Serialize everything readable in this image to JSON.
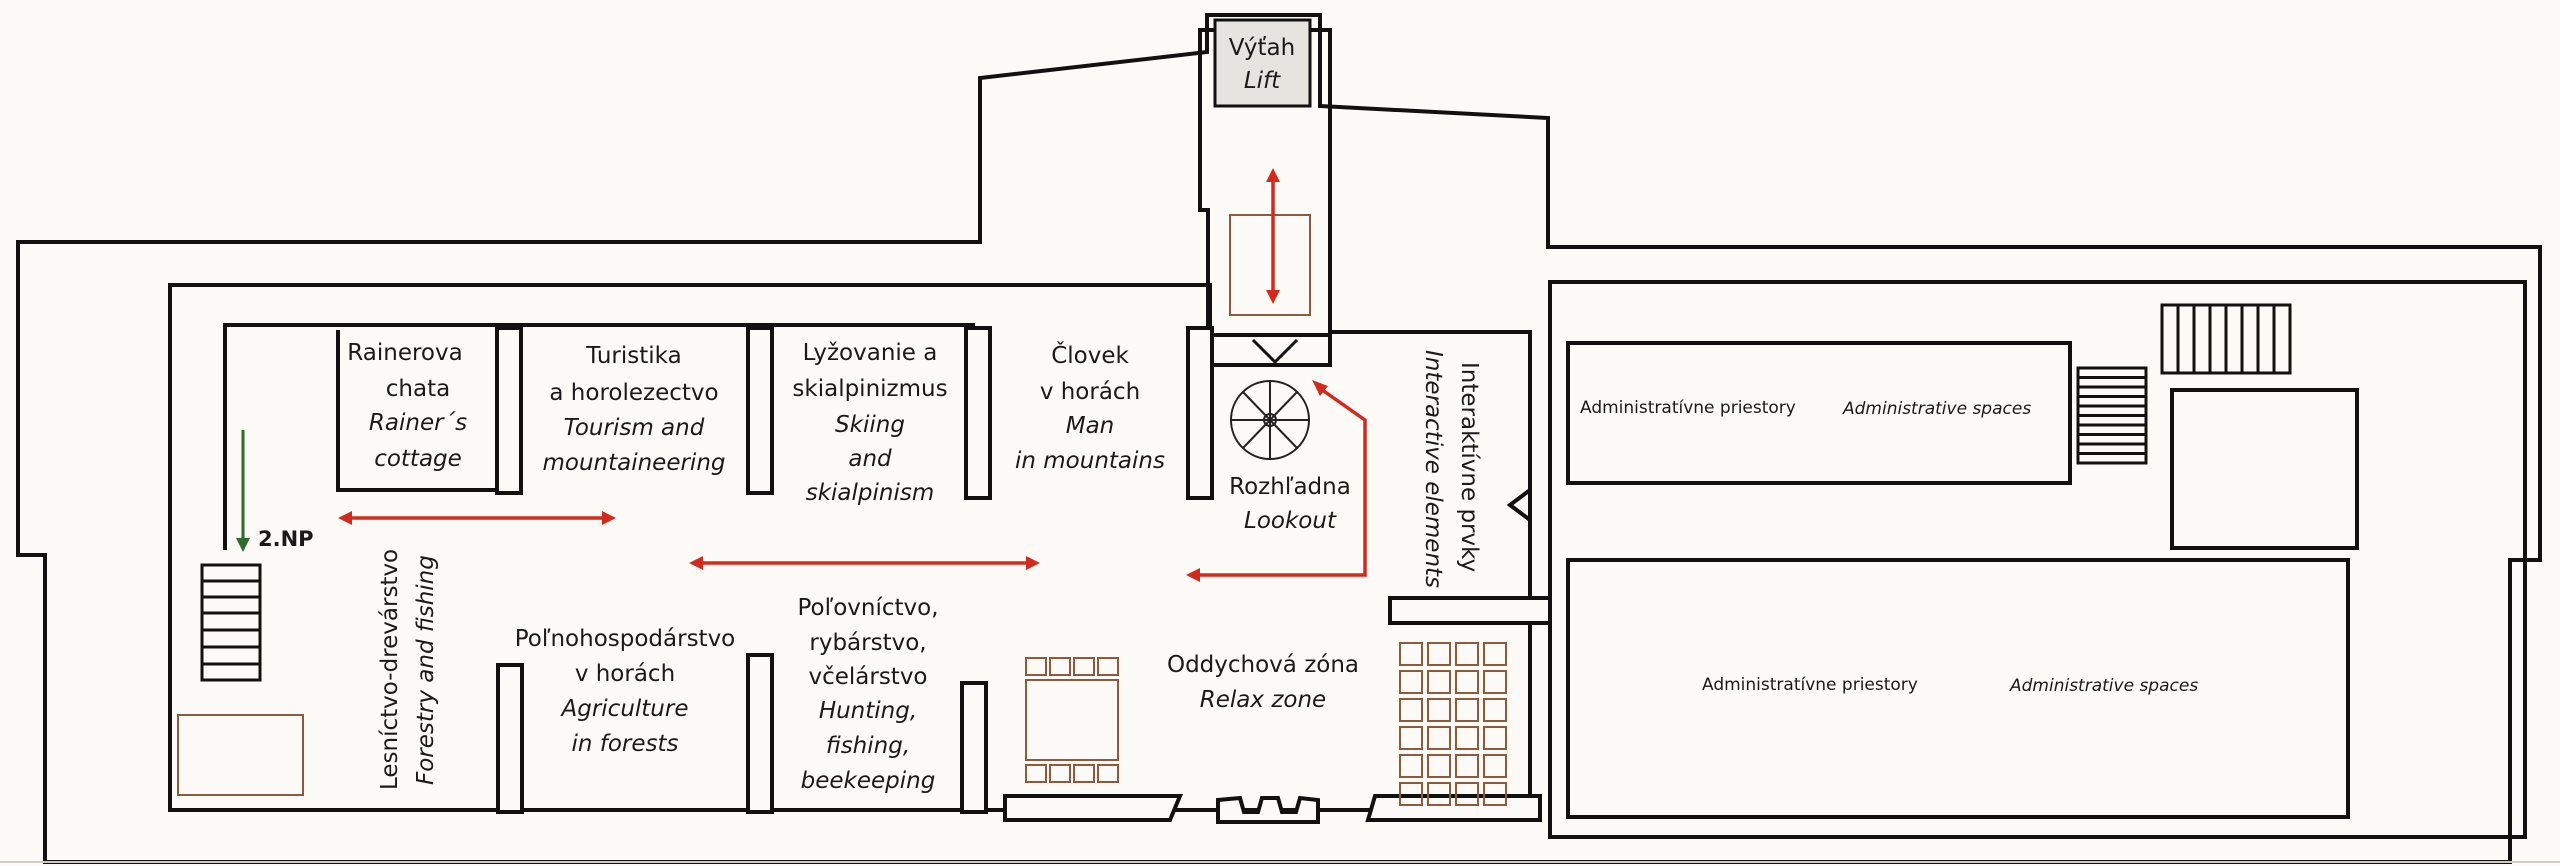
{
  "rooms": {
    "lift": {
      "sk": "Výťah",
      "en": "Lift"
    },
    "rainer": {
      "sk": [
        "Rainerova",
        "chata"
      ],
      "en": [
        "Rainer´s",
        "cottage"
      ]
    },
    "tourism": {
      "sk": [
        "Turistika",
        "a horolezectvo"
      ],
      "en": [
        "Tourism and",
        "mountaineering"
      ]
    },
    "skiing": {
      "sk": [
        "Lyžovanie a",
        "skialpinizmus"
      ],
      "en": [
        "Skiing",
        "and",
        "skialpinism"
      ]
    },
    "man": {
      "sk": [
        "Človek",
        "v horách"
      ],
      "en": [
        "Man",
        "in mountains"
      ]
    },
    "lookout": {
      "sk": "Rozhľadna",
      "en": "Lookout"
    },
    "interactive": {
      "sk": "Interaktívne prvky",
      "en": "Interactive elements"
    },
    "forestry": {
      "sk": "Lesníctvo-drevárstvo",
      "en": "Forestry and fishing"
    },
    "agriculture": {
      "sk": [
        "Poľnohospodárstvo",
        "v horách"
      ],
      "en": [
        "Agriculture",
        "in forests"
      ]
    },
    "hunting": {
      "sk": [
        "Poľovníctvo,",
        "rybárstvo,",
        "včelárstvo"
      ],
      "en": [
        "Hunting,",
        "fishing,",
        "beekeeping"
      ]
    },
    "relax": {
      "sk": "Oddychová zóna",
      "en": "Relax zone"
    },
    "admin_top": {
      "sk": "Administratívne priestory",
      "en": "Administrative spaces"
    },
    "admin_bottom": {
      "sk": "Administratívne priestory",
      "en": "Administrative spaces"
    }
  },
  "floor_marker": "2.NP",
  "colors": {
    "wall": "#111111",
    "route_arrow": "#d32a1e",
    "floor_arrow": "#2e6b2e",
    "furniture": "#8c5a3c",
    "background": "#fbfaf7"
  }
}
